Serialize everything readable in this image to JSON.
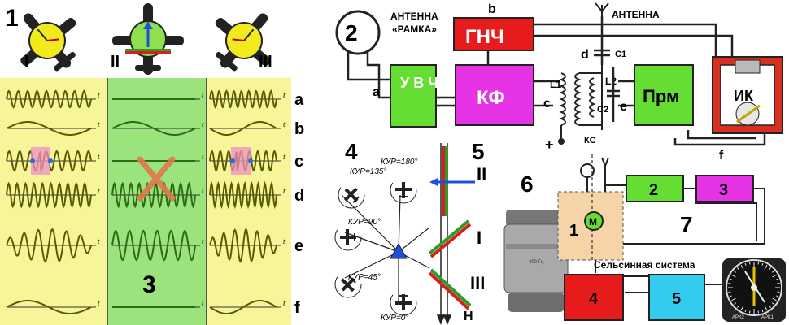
{
  "panel_numbers": {
    "p1": "1",
    "p2": "2",
    "p3": "3",
    "p4": "4",
    "p5": "5",
    "p6": "6",
    "p7": "7",
    "p7_inner": "1"
  },
  "positions": {
    "I": "I",
    "II": "II",
    "III": "III"
  },
  "rows": [
    "a",
    "b",
    "c",
    "d",
    "e",
    "f"
  ],
  "axis_t": "t",
  "block_diagram": {
    "antenna_frame_label_1": "АНТЕННА",
    "antenna_frame_label_2": "«РАМКА»",
    "antenna_label": "АНТЕННА",
    "gnch": "ГНЧ",
    "uvch": "У В Ч",
    "kf": "КФ",
    "prm": "Прм",
    "ik": "ИК",
    "l1": "L1",
    "l2": "L2",
    "c1": "C1",
    "c2": "C2",
    "ks": "КС",
    "plus": "+",
    "wire_a": "a",
    "wire_b": "b",
    "wire_c": "c",
    "wire_d": "d",
    "wire_e": "e",
    "wire_f": "f"
  },
  "kur": {
    "k180": "КУР=180°",
    "k135": "КУР=135°",
    "k90": "КУР=90°",
    "k45": "КУР=45°",
    "k0": "КУР=0°"
  },
  "panel5": {
    "north": "Н"
  },
  "panel7": {
    "block2": "2",
    "block3": "3",
    "block4": "4",
    "block5": "5",
    "motor": "M",
    "selsyn": "Сельсинная система"
  },
  "motor_label": "400 Гц",
  "indicator_labels": [
    "АРК2",
    "АРК1"
  ],
  "colors": {
    "yellow": "#f6f59a",
    "green": "#9be37d",
    "red": "#e61c1c",
    "magenta": "#e633e6",
    "lime": "#66dd33",
    "cyan": "#33ccee",
    "wave": "#5a5a00",
    "wave_green": "#2e6b16"
  }
}
